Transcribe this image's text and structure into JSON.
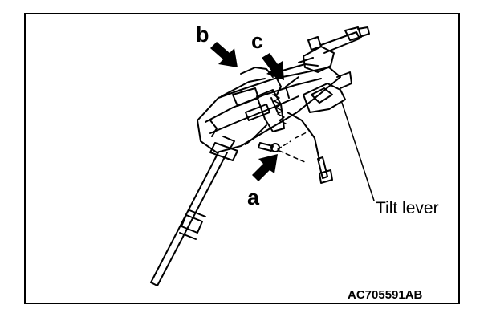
{
  "callouts": {
    "a": "a",
    "b": "b",
    "c": "c"
  },
  "tilt_lever_label": "Tilt lever",
  "figure_code": "AC705591AB",
  "icons": [
    "arrow-a-icon",
    "arrow-b-icon",
    "arrow-c-icon",
    "steering-column-illustration"
  ],
  "colors": {
    "ink": "#000000",
    "paper": "#ffffff"
  }
}
